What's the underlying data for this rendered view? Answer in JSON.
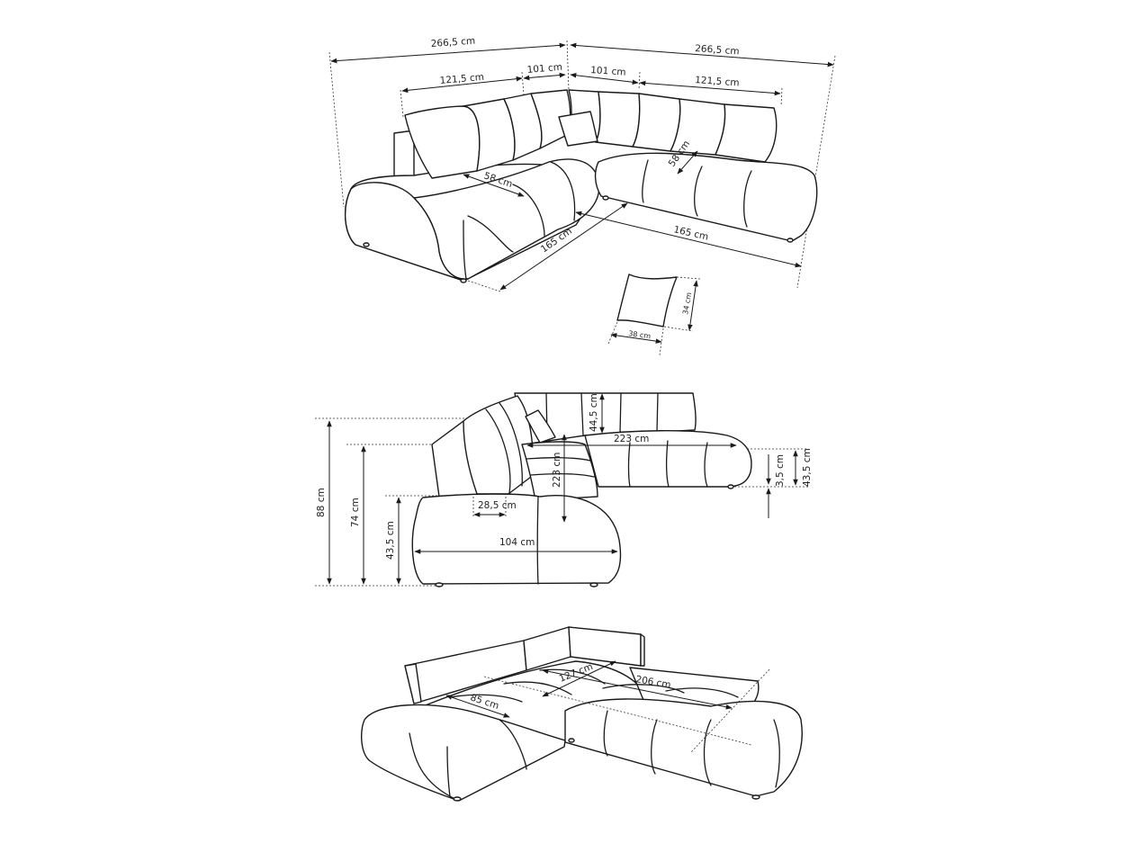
{
  "diagram": {
    "subject": "Modular corner sofa dimension drawing",
    "views": [
      {
        "name": "top-view",
        "labels": {
          "overall_left": "266,5 cm",
          "overall_right": "266,5 cm",
          "back_left": "121,5 cm",
          "corner_left": "101 cm",
          "corner_right": "101 cm",
          "back_right": "121,5 cm",
          "seat_depth_left": "58 cm",
          "seat_depth_right": "58 cm",
          "length_left": "165 cm",
          "length_right": "165 cm"
        }
      },
      {
        "name": "pillow",
        "labels": {
          "width": "38 cm",
          "height": "34 cm"
        }
      },
      {
        "name": "side-view",
        "labels": {
          "total_height": "88 cm",
          "back_height": "74 cm",
          "seat_height_left": "43,5 cm",
          "backrest_cushion_height": "44,5 cm",
          "width_right": "223 cm",
          "depth_left": "223 cm",
          "backrest_depth": "28,5 cm",
          "seat_width": "104 cm",
          "leg_height": "3,5 cm",
          "seat_height_right": "43,5 cm"
        }
      },
      {
        "name": "bed-view",
        "labels": {
          "depth_left": "85 cm",
          "depth_corner": "127 cm",
          "length": "206 cm"
        }
      }
    ]
  }
}
